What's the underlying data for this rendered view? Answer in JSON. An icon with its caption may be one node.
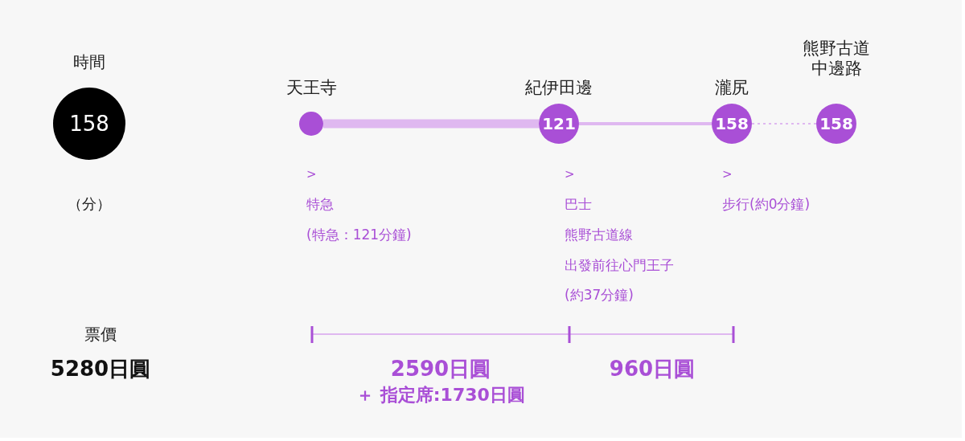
{
  "diagram": {
    "nodes": [
      {
        "text": [
          "158"
        ],
        "beside": [
          "時間",
          "（分）"
        ]
      },
      {
        "text": [],
        "shape": "circle",
        "beside": [
          "天王寺"
        ]
      },
      {
        "text": [
          "121"
        ],
        "beside": [
          "紀伊田邊"
        ]
      },
      {
        "text": [
          "158"
        ],
        "beside": [
          "瀧尻"
        ]
      },
      {
        "text": [
          "158"
        ],
        "beside": [
          "熊野古道中邊路"
        ]
      }
    ],
    "edges": [
      {
        "from": 1,
        "to": 2,
        "arrow": "none",
        "style": "thick"
      },
      {
        "from": 2,
        "to": 3,
        "arrow": "none"
      },
      {
        "from": 3,
        "to": 4,
        "arrow": "none",
        "style": "dashed"
      }
    ],
    "labels": [
      "票價",
      "5280日圓",
      ">",
      "特急",
      "(特急：121分鐘)",
      ">",
      "巴士",
      "熊野古道線",
      "出發前往心門王子",
      "(約37分鐘)",
      ">",
      "步行(約0分鐘)",
      "2590日圓",
      "＋ 指定席:1730日圓",
      "960日圓"
    ]
  }
}
